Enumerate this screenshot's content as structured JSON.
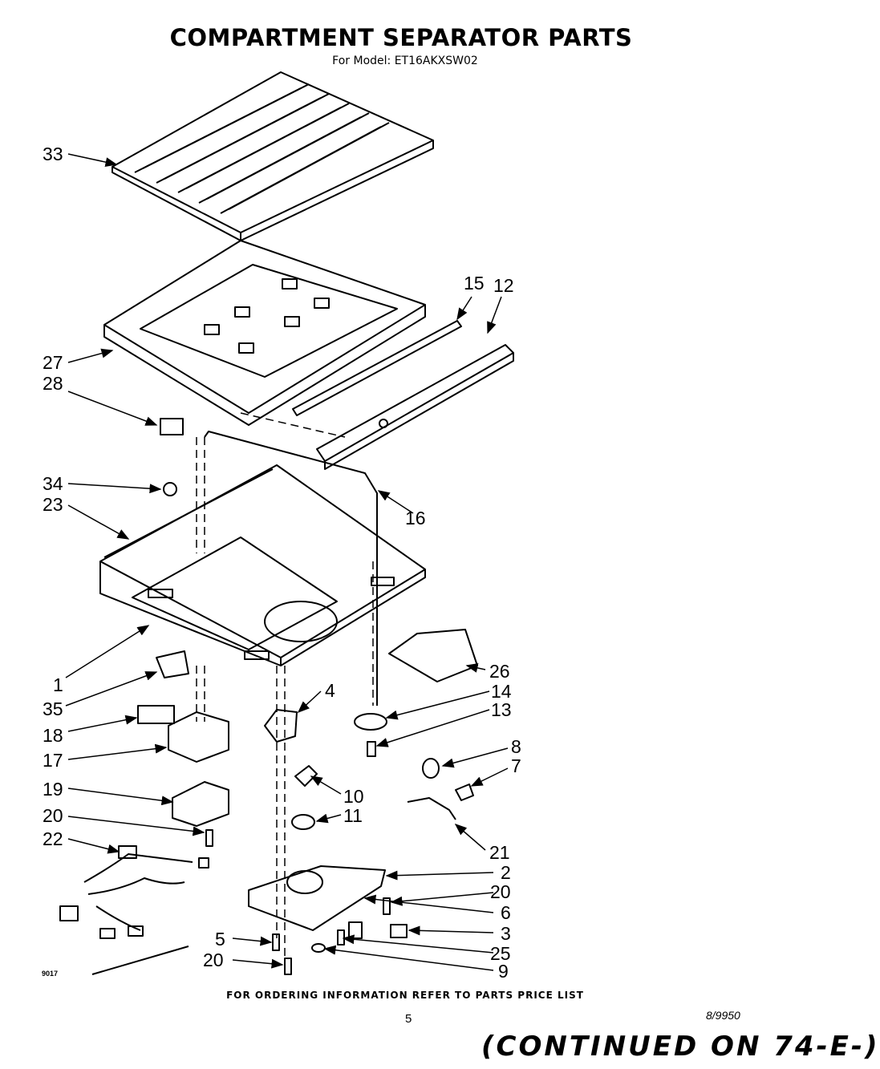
{
  "header": {
    "title": "COMPARTMENT SEPARATOR PARTS",
    "subtitle": "For Model: ET16AKXSW02"
  },
  "callouts": {
    "p33": "33",
    "p27": "27",
    "p28": "28",
    "p15": "15",
    "p12": "12",
    "p34": "34",
    "p23": "23",
    "p16": "16",
    "p1": "1",
    "p35": "35",
    "p26": "26",
    "p4": "4",
    "p14": "14",
    "p13": "13",
    "p18": "18",
    "p17": "17",
    "p8": "8",
    "p7": "7",
    "p19": "19",
    "p10": "10",
    "p20a": "20",
    "p11": "11",
    "p22": "22",
    "p21": "21",
    "p2": "2",
    "p20b": "20",
    "p6": "6",
    "p5": "5",
    "p3": "3",
    "p25": "25",
    "p20c": "20",
    "p9": "9"
  },
  "footer": {
    "ordering_note": "FOR ORDERING INFORMATION REFER TO PARTS PRICE LIST",
    "page_number": "5",
    "drawing_ref": "8/9950",
    "small_code": "9017",
    "continued_note": "(CONTINUED ON 74-E-)"
  }
}
